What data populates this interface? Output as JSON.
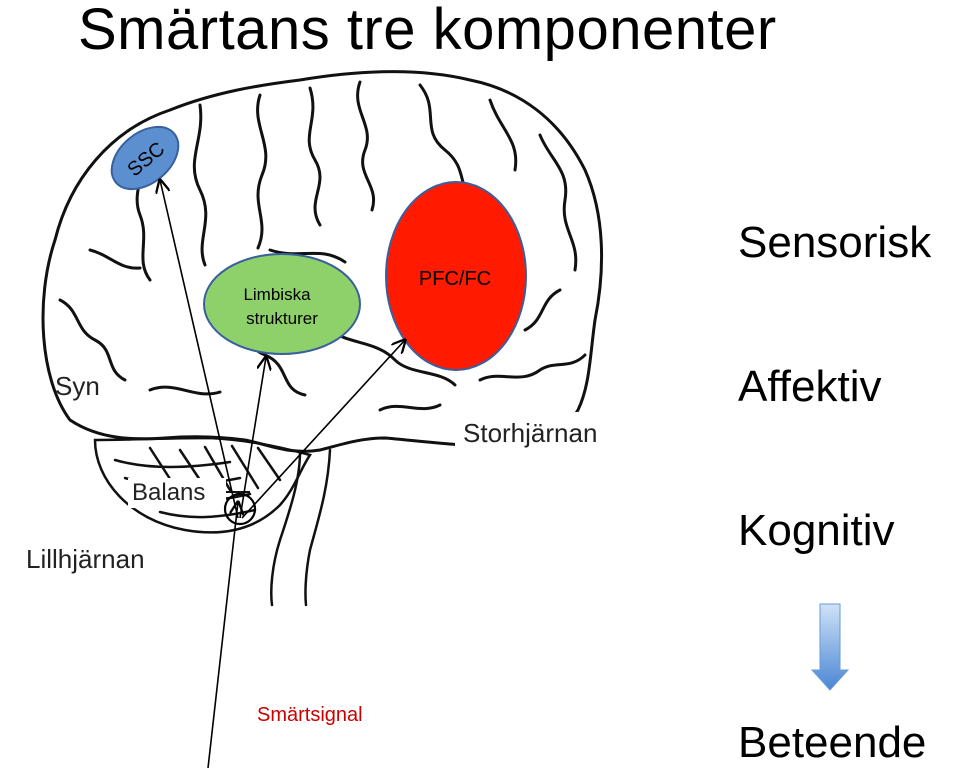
{
  "title": "Smärtans tre komponenter",
  "regions": {
    "ssc": "SSC",
    "limbic_line1": "Limbiska",
    "limbic_line2": "strukturer",
    "pfc": "PFC/FC"
  },
  "brain_labels": {
    "syn": "Syn",
    "storhjarnan": "Storhjärnan",
    "balans": "Balans",
    "lillhjarnan": "Lillhjärnan"
  },
  "components": {
    "sensorisk": "Sensorisk",
    "affektiv": "Affektiv",
    "kognitiv": "Kognitiv",
    "beteende": "Beteende"
  },
  "pain_signal": "Smärtsignal",
  "colors": {
    "ssc_fill": "#5b8fd0",
    "limbic_fill": "#8ed16b",
    "pfc_fill": "#ff1a00",
    "ellipse_stroke": "#3a5f9e",
    "arrow_gradient_top": "#c8ddf5",
    "arrow_gradient_bottom": "#4a86d4",
    "pain_text": "#cc0000"
  }
}
